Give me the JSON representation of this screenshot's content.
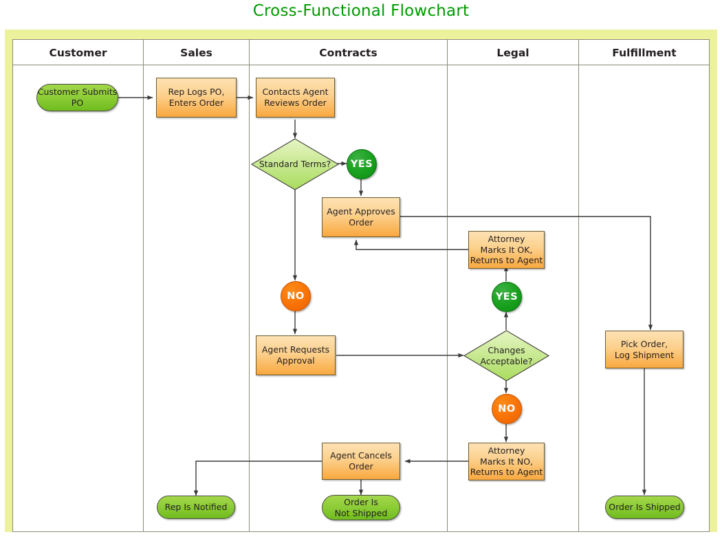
{
  "title": "Cross-Functional Flowchart",
  "theme": {
    "title_color": "#009900",
    "band_color": "#ecf29b",
    "process_fill": "#f9a83f",
    "terminator_fill": "#8ccc36",
    "decision_fill": "#c6e88a",
    "yes_badge_color": "#18a01d",
    "no_badge_color": "#f97206",
    "grid_line_color": "#8a8a7a",
    "connector_color": "#3a3a3a"
  },
  "columns": [
    {
      "id": "customer",
      "label": "Customer"
    },
    {
      "id": "sales",
      "label": "Sales"
    },
    {
      "id": "contracts",
      "label": "Contracts"
    },
    {
      "id": "legal",
      "label": "Legal"
    },
    {
      "id": "fulfillment",
      "label": "Fulfillment"
    }
  ],
  "chart_data": {
    "type": "diagram",
    "diagram_type": "cross-functional-flowchart",
    "lanes": [
      "Customer",
      "Sales",
      "Contracts",
      "Legal",
      "Fulfillment"
    ],
    "nodes": [
      {
        "id": "n1",
        "lane": "Customer",
        "shape": "terminator",
        "text": "Customer Submits PO"
      },
      {
        "id": "n2",
        "lane": "Sales",
        "shape": "process",
        "text": "Rep Logs PO, Enters Order"
      },
      {
        "id": "n3",
        "lane": "Contracts",
        "shape": "process",
        "text": "Contacts Agent Reviews Order"
      },
      {
        "id": "n4",
        "lane": "Contracts",
        "shape": "decision",
        "text": "Standard Terms?"
      },
      {
        "id": "b1",
        "lane": "Contracts",
        "shape": "badge",
        "text": "YES"
      },
      {
        "id": "n5",
        "lane": "Contracts",
        "shape": "process",
        "text": "Agent Approves Order"
      },
      {
        "id": "b2",
        "lane": "Contracts",
        "shape": "badge",
        "text": "NO"
      },
      {
        "id": "n6",
        "lane": "Contracts",
        "shape": "process",
        "text": "Agent Requests Approval"
      },
      {
        "id": "n7",
        "lane": "Legal",
        "shape": "decision",
        "text": "Changes Acceptable?"
      },
      {
        "id": "b3",
        "lane": "Legal",
        "shape": "badge",
        "text": "YES"
      },
      {
        "id": "n8",
        "lane": "Legal",
        "shape": "process",
        "text": "Attorney Marks It OK, Returns to Agent"
      },
      {
        "id": "b4",
        "lane": "Legal",
        "shape": "badge",
        "text": "NO"
      },
      {
        "id": "n9",
        "lane": "Legal",
        "shape": "process",
        "text": "Attorney Marks It NO, Returns to Agent"
      },
      {
        "id": "n10",
        "lane": "Contracts",
        "shape": "process",
        "text": "Agent Cancels Order"
      },
      {
        "id": "n11",
        "lane": "Sales",
        "shape": "terminator",
        "text": "Rep Is Notified"
      },
      {
        "id": "n12",
        "lane": "Contracts",
        "shape": "terminator",
        "text": "Order Is Not Shipped"
      },
      {
        "id": "n13",
        "lane": "Fulfillment",
        "shape": "process",
        "text": "Pick Order, Log Shipment"
      },
      {
        "id": "n14",
        "lane": "Fulfillment",
        "shape": "terminator",
        "text": "Order Is Shipped"
      }
    ],
    "edges": [
      {
        "from": "n1",
        "to": "n2",
        "label": ""
      },
      {
        "from": "n2",
        "to": "n3",
        "label": ""
      },
      {
        "from": "n3",
        "to": "n4",
        "label": ""
      },
      {
        "from": "n4",
        "to": "b1",
        "label": "YES"
      },
      {
        "from": "b1",
        "to": "n5",
        "label": ""
      },
      {
        "from": "n4",
        "to": "b2",
        "label": "NO"
      },
      {
        "from": "b2",
        "to": "n6",
        "label": ""
      },
      {
        "from": "n6",
        "to": "n7",
        "label": ""
      },
      {
        "from": "n7",
        "to": "b3",
        "label": "YES"
      },
      {
        "from": "b3",
        "to": "n8",
        "label": ""
      },
      {
        "from": "n8",
        "to": "n5",
        "label": ""
      },
      {
        "from": "n7",
        "to": "b4",
        "label": "NO"
      },
      {
        "from": "b4",
        "to": "n9",
        "label": ""
      },
      {
        "from": "n9",
        "to": "n10",
        "label": ""
      },
      {
        "from": "n10",
        "to": "n11",
        "label": ""
      },
      {
        "from": "n10",
        "to": "n12",
        "label": ""
      },
      {
        "from": "n5",
        "to": "n13",
        "label": ""
      },
      {
        "from": "n13",
        "to": "n14",
        "label": ""
      }
    ]
  },
  "nodes": {
    "customer_submits_po": {
      "line1": "Customer Submits",
      "line2": "PO"
    },
    "rep_logs_po": {
      "line1": "Rep Logs PO,",
      "line2": "Enters Order"
    },
    "contacts_agent": {
      "line1": "Contacts Agent",
      "line2": "Reviews Order"
    },
    "standard_terms": {
      "line1": "Standard Terms?"
    },
    "agent_approves": {
      "line1": "Agent Approves",
      "line2": "Order"
    },
    "agent_requests": {
      "line1": "Agent Requests",
      "line2": "Approval"
    },
    "changes_acceptable": {
      "line1": "Changes",
      "line2": "Acceptable?"
    },
    "attorney_ok": {
      "line1": "Attorney",
      "line2": "Marks It OK,",
      "line3": "Returns to Agent"
    },
    "attorney_no": {
      "line1": "Attorney",
      "line2": "Marks It NO,",
      "line3": "Returns to Agent"
    },
    "agent_cancels": {
      "line1": "Agent Cancels",
      "line2": "Order"
    },
    "rep_is_notified": {
      "line1": "Rep Is Notified"
    },
    "order_not_shipped": {
      "line1": "Order Is",
      "line2": "Not Shipped"
    },
    "pick_order": {
      "line1": "Pick Order,",
      "line2": "Log Shipment"
    },
    "order_is_shipped": {
      "line1": "Order Is Shipped"
    }
  },
  "badges": {
    "yes_terms": "YES",
    "no_terms": "NO",
    "yes_changes": "YES",
    "no_changes": "NO"
  }
}
